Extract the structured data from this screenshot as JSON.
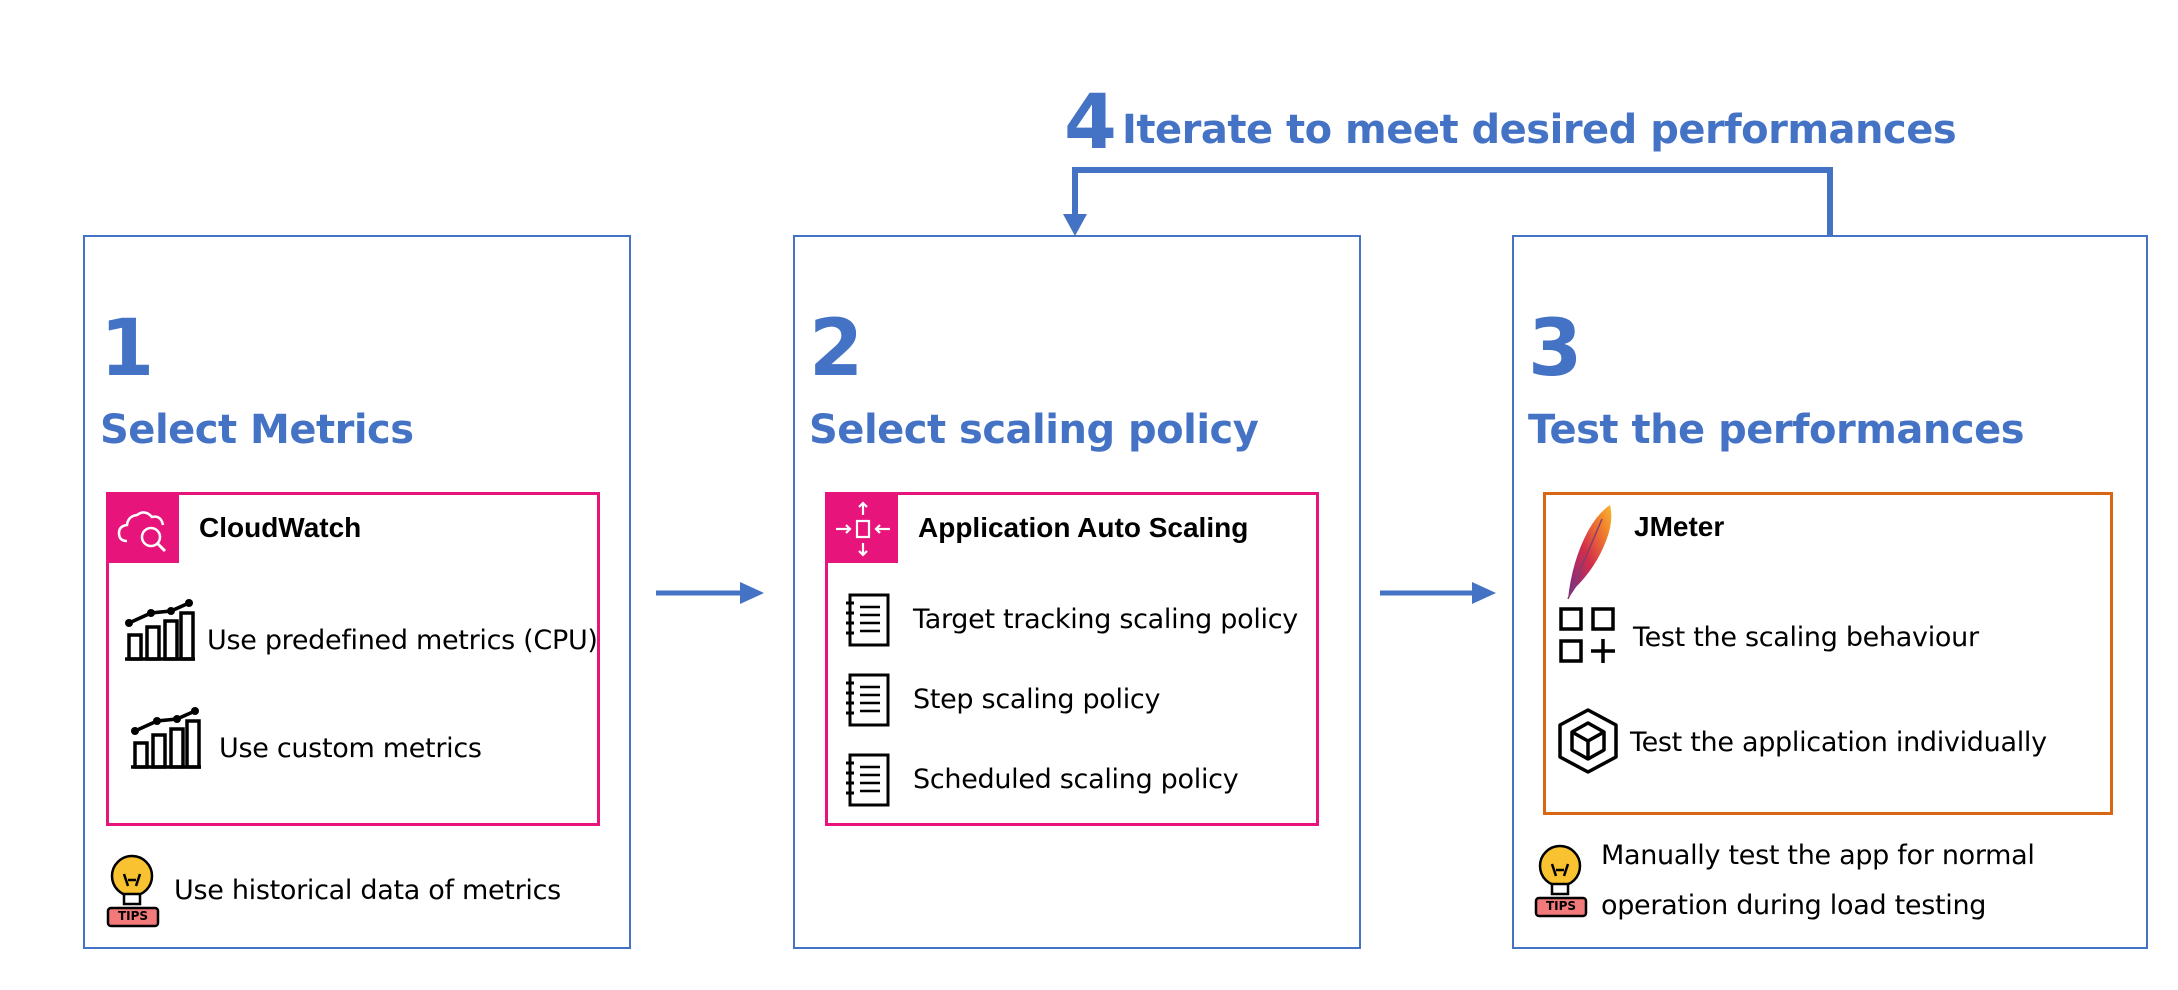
{
  "iterate": {
    "number": "4",
    "label": "Iterate to meet desired performances"
  },
  "steps": [
    {
      "number": "1",
      "title": "Select Metrics",
      "service": "CloudWatch",
      "items": [
        "Use predefined metrics (CPU)",
        "Use custom metrics"
      ],
      "tip": "Use historical data of metrics",
      "tip_badge": "TIPS"
    },
    {
      "number": "2",
      "title": "Select scaling policy",
      "service": "Application Auto Scaling",
      "items": [
        "Target tracking scaling policy",
        "Step scaling policy",
        "Scheduled scaling policy"
      ]
    },
    {
      "number": "3",
      "title": "Test the performances",
      "service": "JMeter",
      "items": [
        "Test the scaling behaviour",
        "Test the application individually"
      ],
      "tip_lines": [
        "Manually test the app for normal",
        "operation during load testing"
      ],
      "tip_badge": "TIPS"
    }
  ],
  "colors": {
    "accent_blue": "#4472C4",
    "service_pink": "#E7157B",
    "jmeter_orange": "#D86613"
  }
}
